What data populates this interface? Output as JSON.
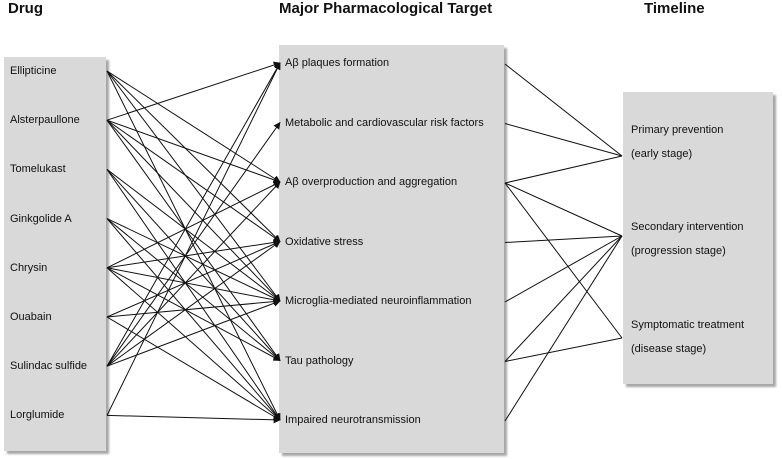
{
  "headers": {
    "drug": "Drug",
    "target": "Major Pharmacological Target",
    "timeline": "Timeline"
  },
  "drugs": [
    "Ellipticine",
    "Alsterpaullone",
    "Tomelukast",
    "Ginkgolide A",
    "Chrysin",
    "Ouabain",
    "Sulindac sulfide",
    "Lorglumide"
  ],
  "targets": [
    "Aβ plaques formation",
    "Metabolic and cardiovascular risk factors",
    "Aβ overproduction and aggregation",
    "Oxidative stress",
    "Microglia-mediated neuroinflammation",
    "Tau pathology",
    "Impaired neurotransmission"
  ],
  "timeline": [
    {
      "title": "Primary prevention",
      "subtitle": "(early stage)"
    },
    {
      "title": "Secondary intervention",
      "subtitle": "(progression stage)"
    },
    {
      "title": "Symptomatic treatment",
      "subtitle": "(disease stage)"
    }
  ],
  "drug_target_links": [
    [
      0,
      2
    ],
    [
      0,
      3
    ],
    [
      0,
      4
    ],
    [
      0,
      6
    ],
    [
      1,
      0
    ],
    [
      1,
      2
    ],
    [
      1,
      3
    ],
    [
      1,
      4
    ],
    [
      1,
      5
    ],
    [
      2,
      4
    ],
    [
      2,
      5
    ],
    [
      2,
      6
    ],
    [
      3,
      4
    ],
    [
      3,
      5
    ],
    [
      3,
      6
    ],
    [
      4,
      2
    ],
    [
      4,
      3
    ],
    [
      4,
      4
    ],
    [
      4,
      5
    ],
    [
      4,
      6
    ],
    [
      5,
      4
    ],
    [
      5,
      3
    ],
    [
      5,
      6
    ],
    [
      6,
      0
    ],
    [
      6,
      1
    ],
    [
      6,
      2
    ],
    [
      6,
      3
    ],
    [
      6,
      4
    ],
    [
      7,
      0
    ],
    [
      7,
      6
    ]
  ],
  "target_timeline_links": [
    [
      0,
      0
    ],
    [
      1,
      0
    ],
    [
      2,
      0
    ],
    [
      2,
      1
    ],
    [
      2,
      2
    ],
    [
      3,
      1
    ],
    [
      4,
      1
    ],
    [
      5,
      1
    ],
    [
      5,
      2
    ],
    [
      6,
      1
    ]
  ]
}
